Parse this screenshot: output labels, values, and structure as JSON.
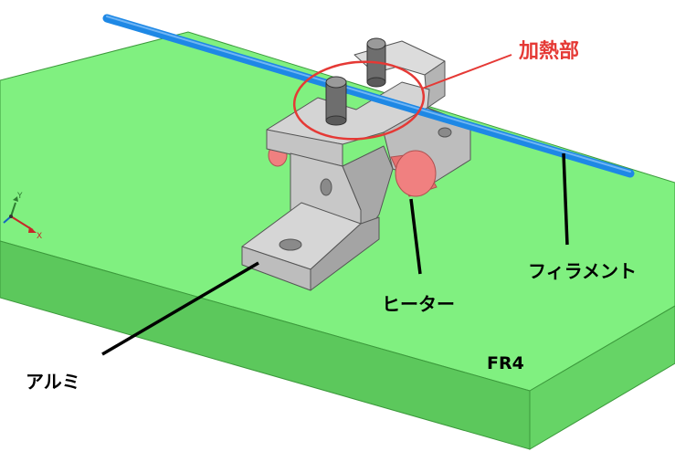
{
  "labels": {
    "heating": "加熱部",
    "filament": "フィラメント",
    "heater": "ヒーター",
    "aluminum": "アルミ",
    "fr4": "FR4"
  },
  "triad": {
    "y_label": "Y",
    "x_label": "X"
  },
  "colors": {
    "board_top": "#80f080",
    "board_front": "#5cc85c",
    "board_right": "#66d466",
    "filament": "#1e88e5",
    "aluminum": "#c8c8c8",
    "heater": "#f08080",
    "highlight": "#e53935",
    "text_red": "#e53935",
    "text": "#000000"
  }
}
